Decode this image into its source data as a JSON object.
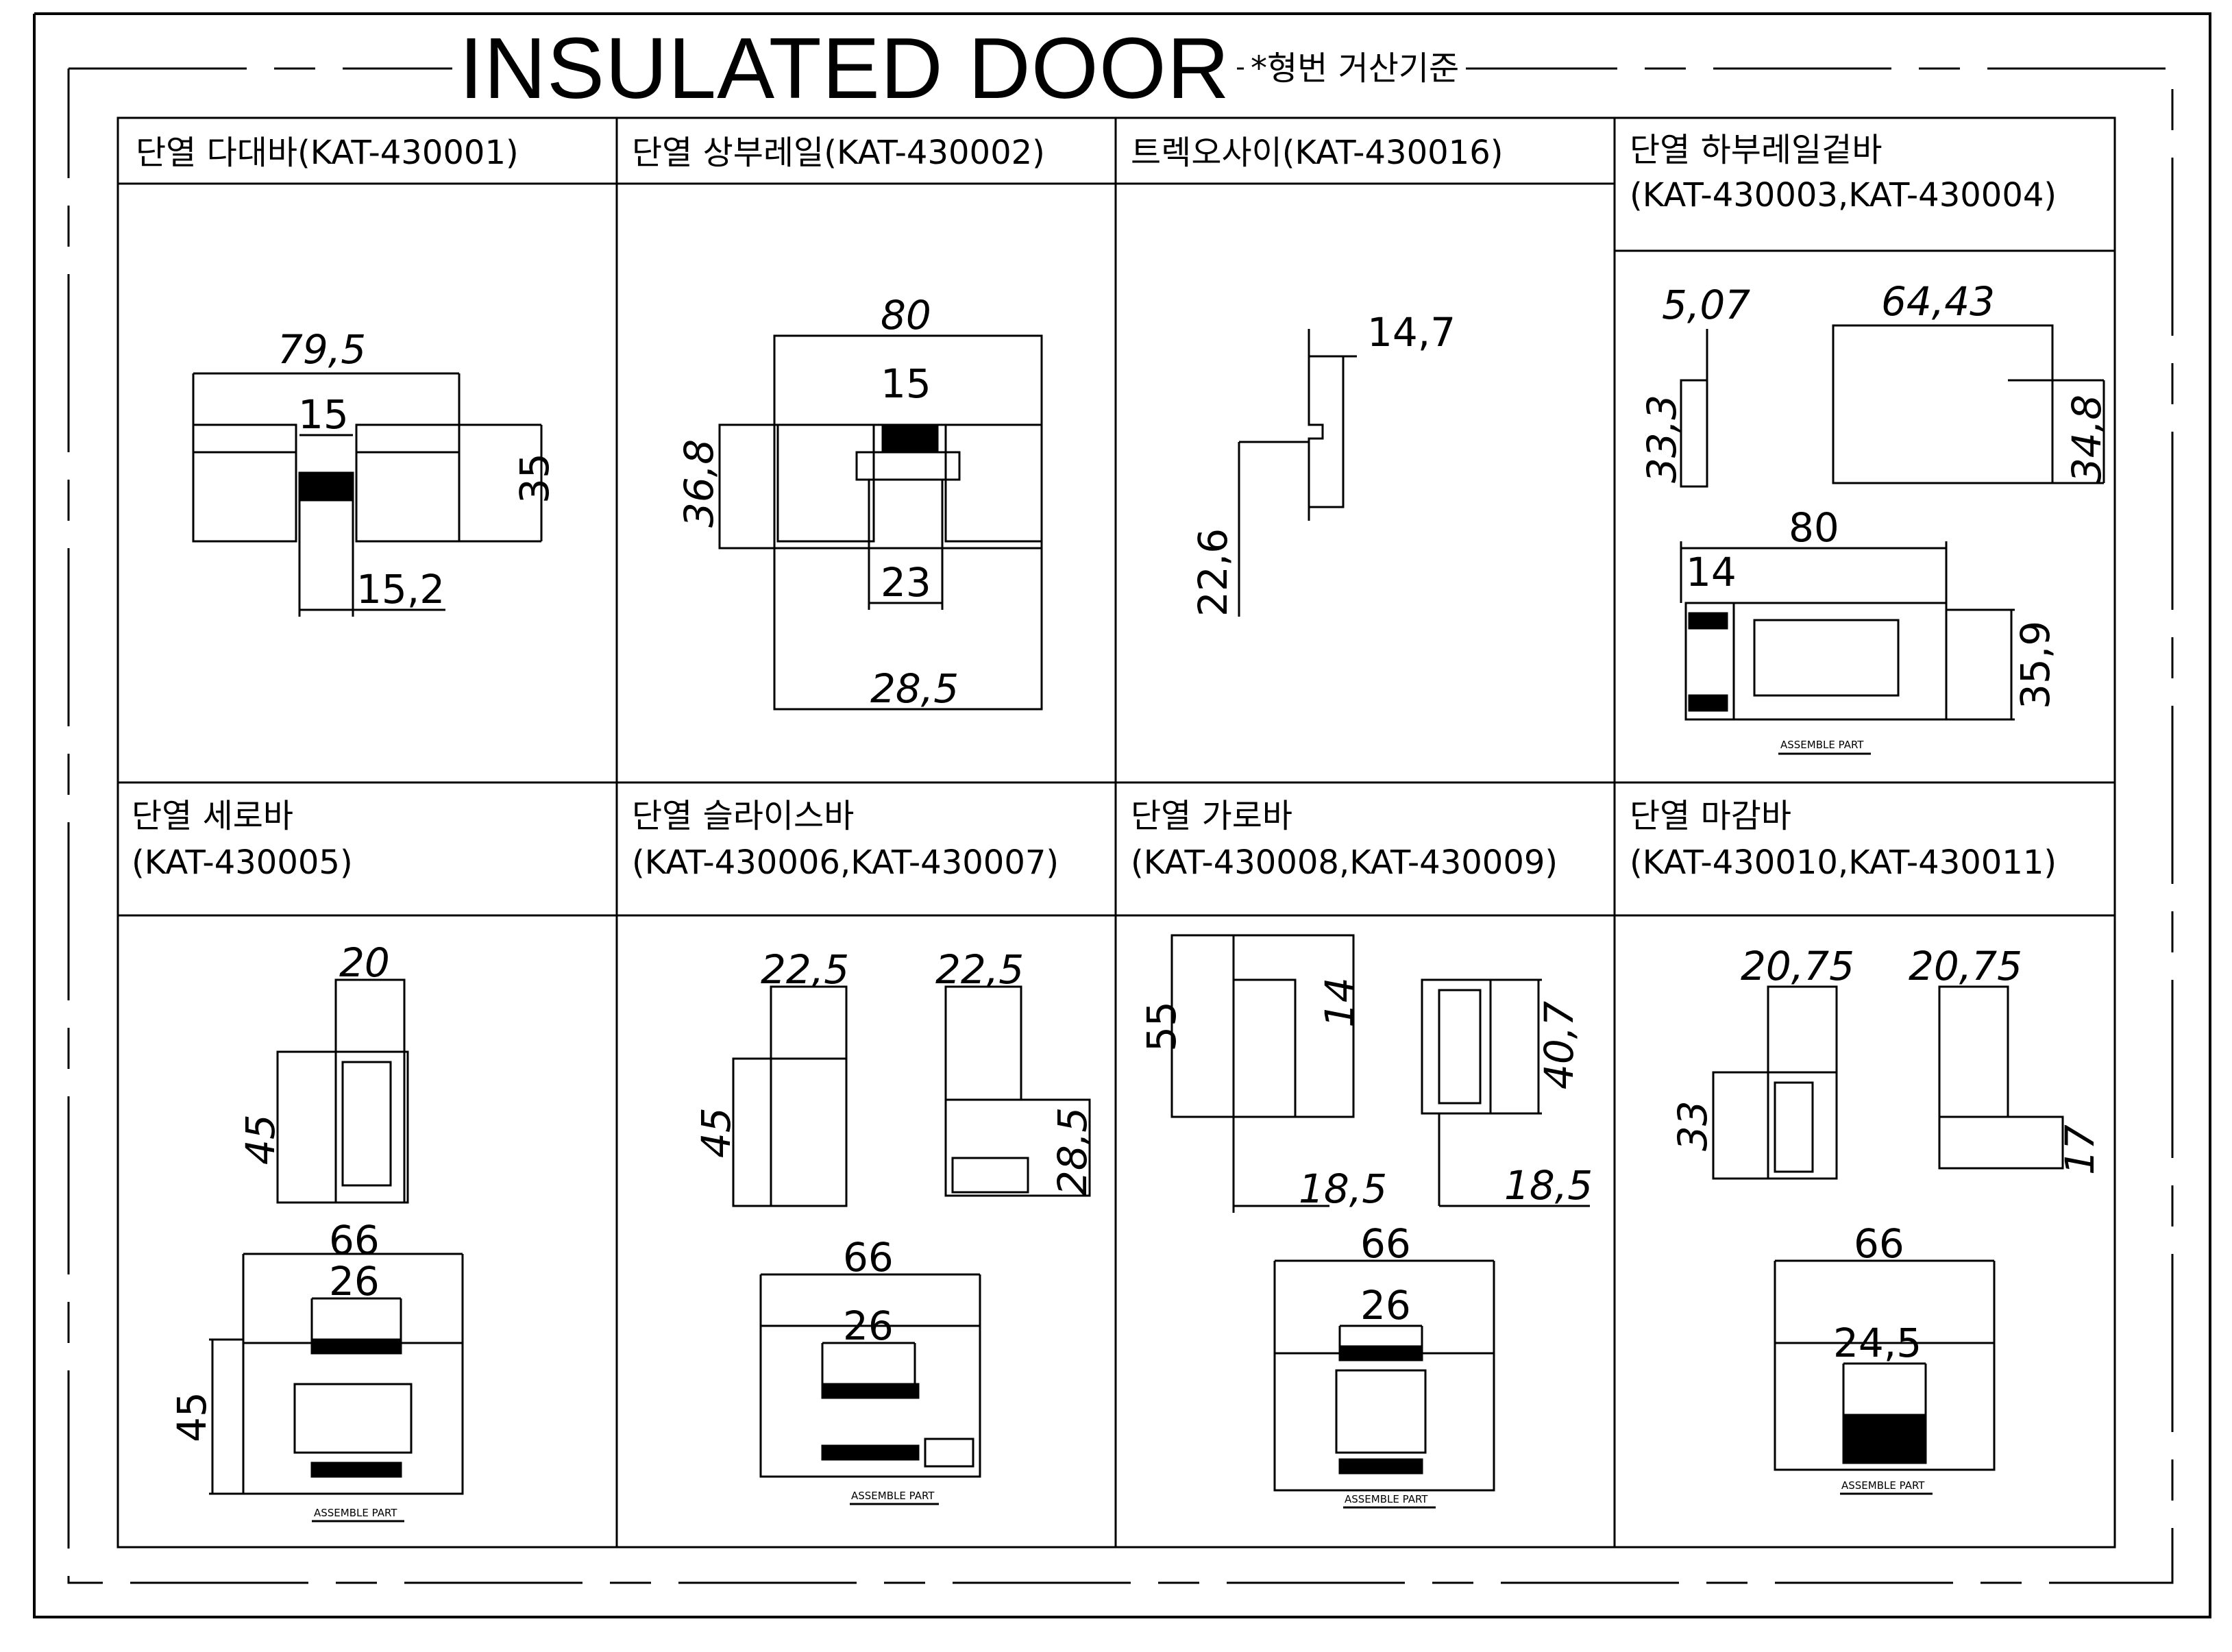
{
  "title": "INSULATED DOOR",
  "note": "*형번 거산기준",
  "cells": [
    {
      "name": "cell-430001",
      "line1": "단열 다대바(KAT-430001)",
      "line2": "",
      "dims": [
        "79,5",
        "15",
        "35",
        "15,2"
      ]
    },
    {
      "name": "cell-430002",
      "line1": "단열 상부레일(KAT-430002)",
      "line2": "",
      "dims": [
        "80",
        "15",
        "36,8",
        "23",
        "28,5"
      ]
    },
    {
      "name": "cell-430016",
      "line1": "트렉오사이(KAT-430016)",
      "line2": "",
      "dims": [
        "14,7",
        "22,6"
      ]
    },
    {
      "name": "cell-430003",
      "line1": "단열 하부레일겉바",
      "line2": "(KAT-430003,KAT-430004)",
      "dims": [
        "5,07",
        "64,43",
        "33,3",
        "34,8",
        "80",
        "14",
        "35,9"
      ],
      "caption": "ASSEMBLE PART"
    },
    {
      "name": "cell-430005",
      "line1": "단열 세로바",
      "line2": "(KAT-430005)",
      "dims": [
        "20",
        "45",
        "66",
        "26",
        "45"
      ],
      "caption": "ASSEMBLE PART"
    },
    {
      "name": "cell-430006",
      "line1": "단열 슬라이스바",
      "line2": "(KAT-430006,KAT-430007)",
      "dims": [
        "22,5",
        "22,5",
        "45",
        "28,5",
        "66",
        "26"
      ],
      "caption": "ASSEMBLE PART"
    },
    {
      "name": "cell-430008",
      "line1": "단열 가로바",
      "line2": "(KAT-430008,KAT-430009)",
      "dims": [
        "55",
        "14",
        "40,7",
        "18,5",
        "18,5",
        "66",
        "26"
      ],
      "caption": "ASSEMBLE PART"
    },
    {
      "name": "cell-430010",
      "line1": "단열 마감바",
      "line2": "(KAT-430010,KAT-430011)",
      "dims": [
        "20,75",
        "20,75",
        "33",
        "17",
        "66",
        "24,5"
      ],
      "caption": "ASSEMBLE PART"
    }
  ]
}
